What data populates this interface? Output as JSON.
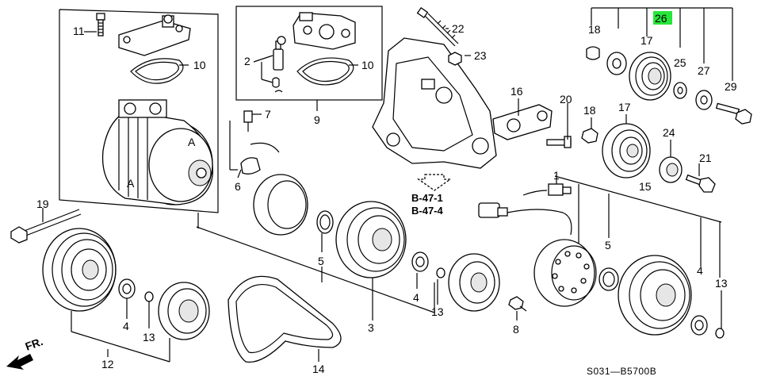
{
  "callouts": [
    {
      "id": "c11",
      "text": "11"
    },
    {
      "id": "c10a",
      "text": "10"
    },
    {
      "id": "c2",
      "text": "2"
    },
    {
      "id": "c10b",
      "text": "10"
    },
    {
      "id": "c9",
      "text": "9"
    },
    {
      "id": "c7",
      "text": "7"
    },
    {
      "id": "c6",
      "text": "6"
    },
    {
      "id": "c19",
      "text": "19"
    },
    {
      "id": "c12",
      "text": "12"
    },
    {
      "id": "c4a",
      "text": "4"
    },
    {
      "id": "c13a",
      "text": "13"
    },
    {
      "id": "c14",
      "text": "14"
    },
    {
      "id": "c3",
      "text": "3"
    },
    {
      "id": "c5a",
      "text": "5"
    },
    {
      "id": "c4b",
      "text": "4"
    },
    {
      "id": "c13b",
      "text": "13"
    },
    {
      "id": "c8",
      "text": "8"
    },
    {
      "id": "c22",
      "text": "22"
    },
    {
      "id": "c23",
      "text": "23"
    },
    {
      "id": "c16",
      "text": "16"
    },
    {
      "id": "c20",
      "text": "20"
    },
    {
      "id": "c18a",
      "text": "18"
    },
    {
      "id": "c18b",
      "text": "18"
    },
    {
      "id": "c17a",
      "text": "17"
    },
    {
      "id": "c17b",
      "text": "17"
    },
    {
      "id": "c25",
      "text": "25"
    },
    {
      "id": "c27",
      "text": "27"
    },
    {
      "id": "c29",
      "text": "29"
    },
    {
      "id": "c24",
      "text": "24"
    },
    {
      "id": "c21",
      "text": "21"
    },
    {
      "id": "c15",
      "text": "15"
    },
    {
      "id": "c1",
      "text": "1"
    },
    {
      "id": "c5b",
      "text": "5"
    },
    {
      "id": "c4c",
      "text": "4"
    },
    {
      "id": "c13c",
      "text": "13"
    }
  ],
  "highlight_callout": {
    "text": "26",
    "color": "#27e63a"
  },
  "references": {
    "ref1": "B-47-1",
    "ref2": "B-47-4"
  },
  "front_marker": "FR.",
  "diagram_code": "S031—B5700B"
}
